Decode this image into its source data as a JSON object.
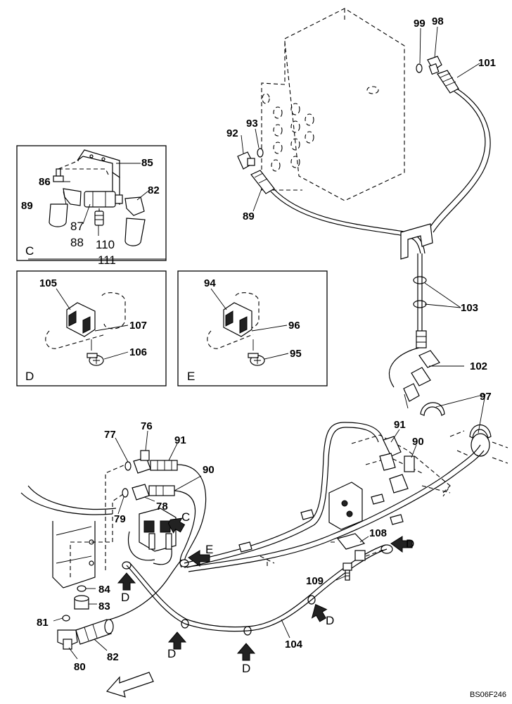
{
  "callouts": {
    "c77": "77",
    "c76": "76",
    "c91a": "91",
    "c90a": "90",
    "c78": "78",
    "c79": "79",
    "c84": "84",
    "c83": "83",
    "c81": "81",
    "c80": "80",
    "c82b": "82",
    "c85": "85",
    "c86": "86",
    "c89a": "89",
    "c82a": "82",
    "c87": "87",
    "c88": "88",
    "c110": "110",
    "c111": "111",
    "c105": "105",
    "c107": "107",
    "c106": "106",
    "c94": "94",
    "c96": "96",
    "c95": "95",
    "c99": "99",
    "c98": "98",
    "c101": "101",
    "c93": "93",
    "c92": "92",
    "c89b": "89",
    "c103": "103",
    "c102": "102",
    "c97": "97",
    "c91b": "91",
    "c90b": "90",
    "c108": "108",
    "c109": "109",
    "c104": "104"
  },
  "view_labels": {
    "box_c": "C",
    "box_d": "D",
    "box_e": "E",
    "arrow_c": "C",
    "arrow_e": "E",
    "arrow_d1": "D",
    "arrow_d2": "D",
    "arrow_d3": "D",
    "arrow_d4": "D",
    "arrow_d5": "D"
  },
  "drawing_ref": "BS06F246"
}
